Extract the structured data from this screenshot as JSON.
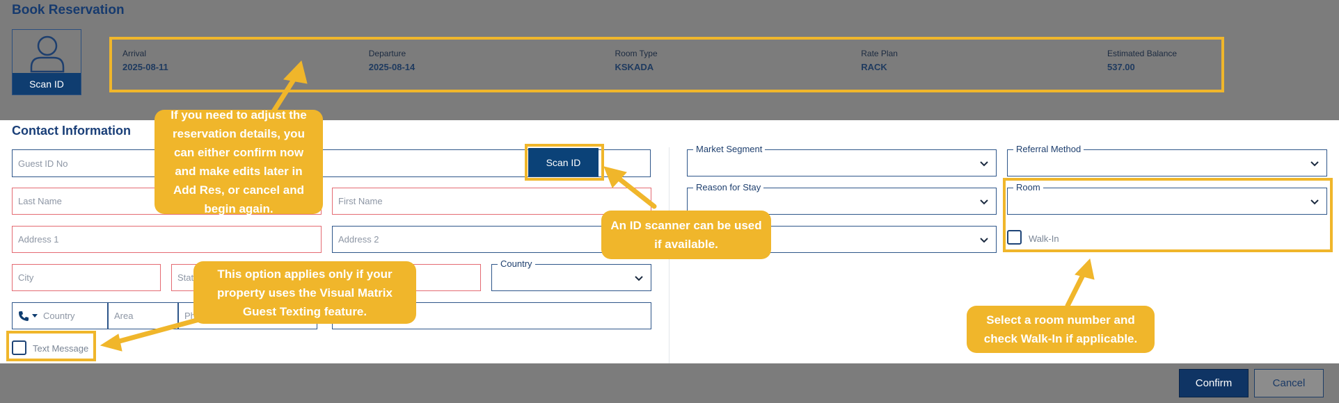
{
  "page_title": "Book Reservation",
  "avatar_card": {
    "scan_label": "Scan ID"
  },
  "reservation": {
    "arrival": {
      "label": "Arrival",
      "value": "2025-08-11"
    },
    "departure": {
      "label": "Departure",
      "value": "2025-08-14"
    },
    "room_type": {
      "label": "Room Type",
      "value": "KSKADA"
    },
    "rate_plan": {
      "label": "Rate Plan",
      "value": "RACK"
    },
    "balance": {
      "label": "Estimated Balance",
      "value": "537.00"
    }
  },
  "contact": {
    "section_title": "Contact Information",
    "guest_id_placeholder": "Guest ID No",
    "scan_id_label": "Scan ID",
    "last_name_placeholder": "Last Name",
    "first_name_placeholder": "First Name",
    "address1_placeholder": "Address 1",
    "address2_placeholder": "Address 2",
    "city_placeholder": "City",
    "state_placeholder": "State",
    "country_label": "Country",
    "phone_country_placeholder": "Country",
    "phone_area_placeholder": "Area",
    "phone_number_placeholder": "Phone",
    "text_message_label": "Text Message"
  },
  "booking": {
    "market_segment_label": "Market Segment",
    "referral_method_label": "Referral Method",
    "reason_for_stay_label": "Reason for Stay",
    "room_label": "Room",
    "walk_in_label": "Walk-In"
  },
  "callouts": {
    "adjust": "If you need to adjust the reservation details, you can either confirm now and make edits later in Add Res, or cancel and begin again.",
    "scanner": "An ID scanner can be used if available.",
    "texting": "This option applies only if your property uses the Visual Matrix Guest Texting feature.",
    "room": "Select a room number and check Walk-In if applicable."
  },
  "actions": {
    "confirm": "Confirm",
    "cancel": "Cancel"
  },
  "colors": {
    "accent": "#f0b62b",
    "primary": "#0b4278",
    "required": "#e46a72"
  },
  "icons": [
    "user-icon",
    "chevron-down-icon",
    "phone-icon",
    "caret-down-icon"
  ]
}
